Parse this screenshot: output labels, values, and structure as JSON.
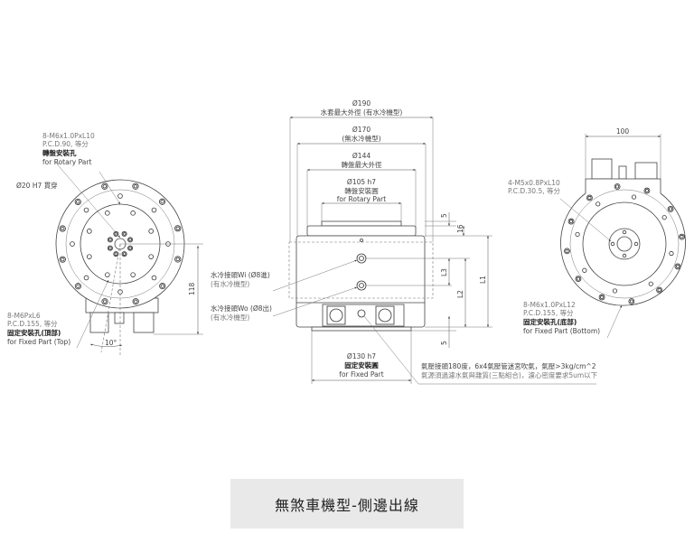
{
  "caption": "無煞車機型-側邊出線",
  "left_view": {
    "rotary_holes": [
      "8-M6x1.0PxL10",
      "P.C.D.90, 等分",
      "轉盤安裝孔",
      "for Rotary Part"
    ],
    "through_hole": "Ø20 H7 貫穿",
    "fixed_holes_top": [
      "8-M6PxL6",
      "P.C.D.155, 等分",
      "固定安裝孔(頂部)",
      "for Fixed Part (Top)"
    ],
    "dim_height": "118",
    "dim_angle": "10°"
  },
  "side_view": {
    "d190": [
      "Ø190",
      "水套最大外徑 (有水冷機型)"
    ],
    "d170": [
      "Ø170",
      "(無水冷機型)"
    ],
    "d144": [
      "Ø144",
      "轉盤最大外徑"
    ],
    "d105": [
      "Ø105 h7",
      "轉盤安裝圓",
      "for Rotary Part"
    ],
    "d130": [
      "Ø130 h7",
      "固定安裝圓",
      "for Fixed Part"
    ],
    "water_in": [
      "水冷接頭Wi (Ø8進)",
      "(有水冷機型)"
    ],
    "water_out": [
      "水冷接頭Wo (Ø8出)",
      "(有水冷機型)"
    ],
    "air": [
      "氣壓接頭180度，6x4氣壓管迷宮吹氣，氣壓>3kg/cm^2",
      "氣源須過濾水氣與雜質(三點組合)，濾心密度要求5um以下"
    ],
    "dims": {
      "top5": "5",
      "d16": "16",
      "L3": "L3",
      "L2": "L2",
      "L1": "L1",
      "bot5": "5"
    }
  },
  "right_view": {
    "dim_width": "100",
    "center_holes": [
      "4-M5x0.8PxL10",
      "P.C.D.30.5, 等分"
    ],
    "fixed_holes_bottom": [
      "8-M6x1.0PxL12",
      "P.C.D.155, 等分",
      "固定安裝孔(底部)",
      "for Fixed Part (Bottom)"
    ]
  }
}
